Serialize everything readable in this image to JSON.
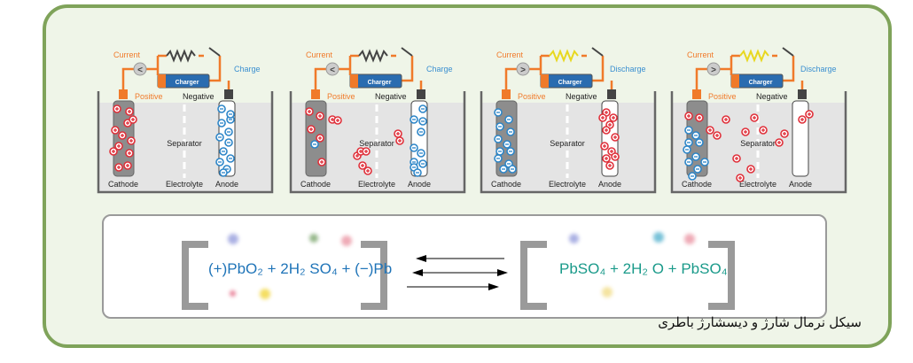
{
  "panels": [
    {
      "current": "Current",
      "mode": "Charge",
      "charger": "Charger",
      "positive": "Positive",
      "negative": "Negative",
      "separator": "Separator",
      "cathode": "Cathode",
      "electrolyte": "Electrolyte",
      "anode": "Anode",
      "meter": "<"
    },
    {
      "current": "Current",
      "mode": "Charge",
      "charger": "Charger",
      "positive": "Positive",
      "negative": "Negative",
      "separator": "Separator",
      "cathode": "Cathode",
      "electrolyte": "Electrolyte",
      "anode": "Anode",
      "meter": "<"
    },
    {
      "current": "Current",
      "mode": "Discharge",
      "charger": "Charger",
      "positive": "Positive",
      "negative": "Negative",
      "separator": "Separator",
      "cathode": "Cathode",
      "electrolyte": "Electrolyte",
      "anode": "Anode",
      "meter": ">"
    },
    {
      "current": "Current",
      "mode": "Discharge",
      "charger": "Charger",
      "positive": "Positive",
      "negative": "Negative",
      "separator": "Separator",
      "cathode": "Cathode",
      "electrolyte": "Electrolyte",
      "anode": "Anode",
      "meter": ">"
    }
  ],
  "equation": {
    "left": "(+)PbO₂ + 2H₂ SO₄ + (−)Pb",
    "right": "PbSO₄ + 2H₂ O + PbSO₄"
  },
  "caption": "سیکل نرمال شارژ و دیسشارژ باطری",
  "colors": {
    "frame": "#7fa35a",
    "wire": "#f07a2a",
    "charge": "#3a8fd0",
    "positive_ion": "#e0303a",
    "negative_ion": "#2d86c8",
    "left_eq": "#1f74b8",
    "right_eq": "#1a9a8a"
  }
}
